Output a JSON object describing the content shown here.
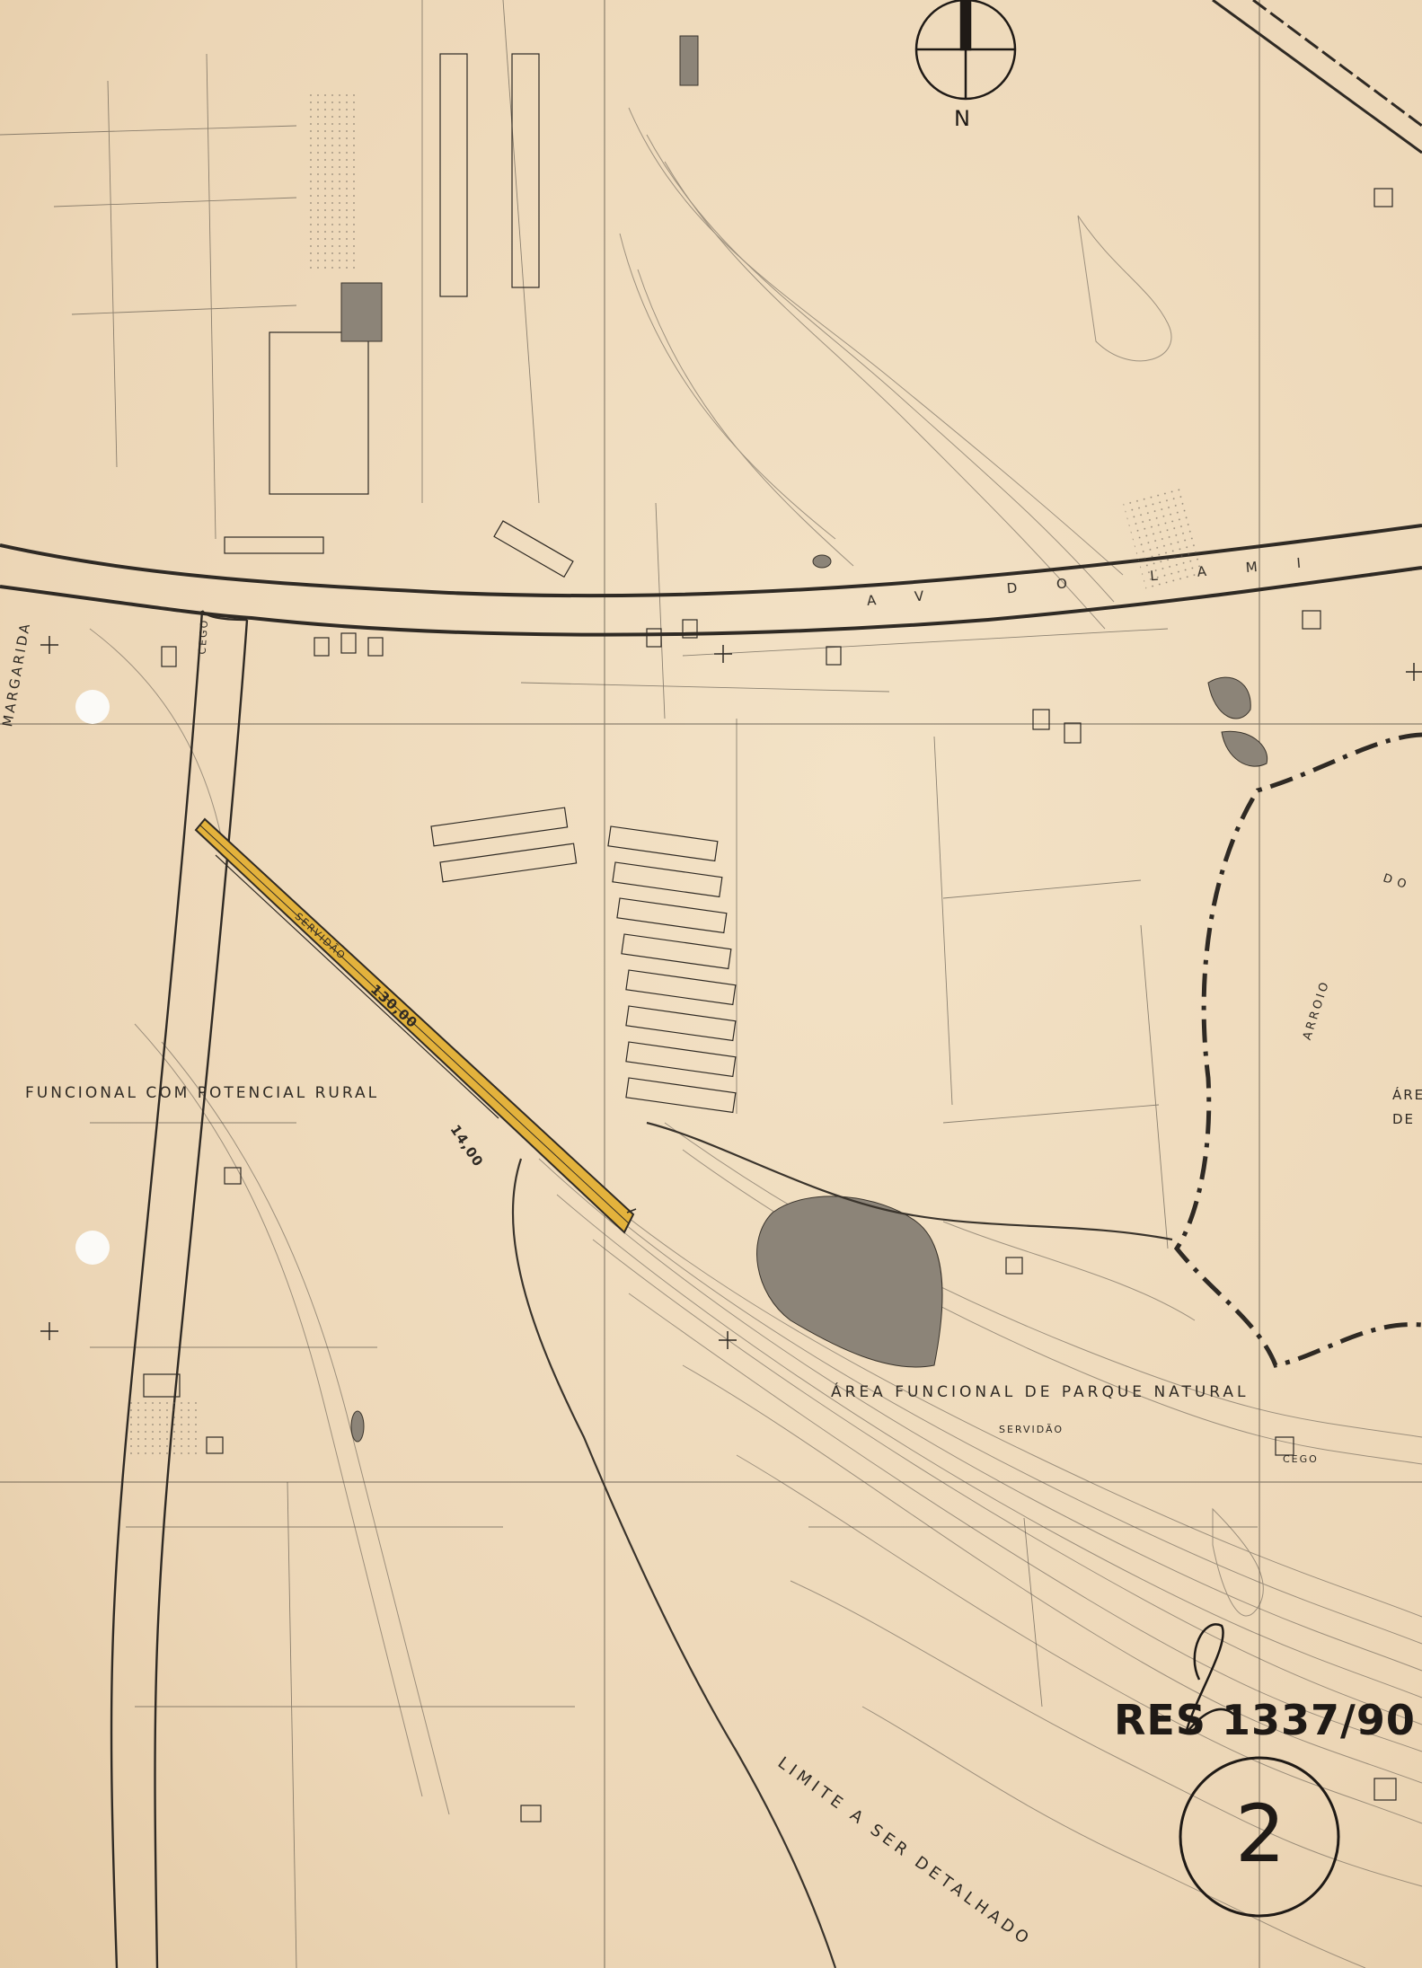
{
  "map": {
    "north_label": "N",
    "resolution_stamp": "RES 1337/90",
    "sheet_number": "2",
    "labels": {
      "avenue": "AV DO LAMI",
      "estrada_margarida": "MARGARIDA",
      "funcional_rural": "FUNCIONAL    COM   POTENCIAL   RURAL",
      "parque_natural": "ÁREA  FUNCIONAL  DE  PARQUE  NATURAL",
      "limite": "LIMITE  A  SER  DETALHADO",
      "arroio": "ARROIO",
      "do_arroio": "DO",
      "servidao": "SERVIDÃO",
      "servidao_south": "SERVIDÃO",
      "cego_1": "CEGO",
      "cego_2": "CEGO",
      "area_edge": "ÁRE",
      "de_edge": "DE",
      "dimension_length": "130,00",
      "dimension_width": "14,00"
    },
    "colors": {
      "paper": "#efdcbf",
      "ink": "#2f2a24",
      "highlight": "#e3b23c",
      "water": "#8c8478"
    }
  }
}
